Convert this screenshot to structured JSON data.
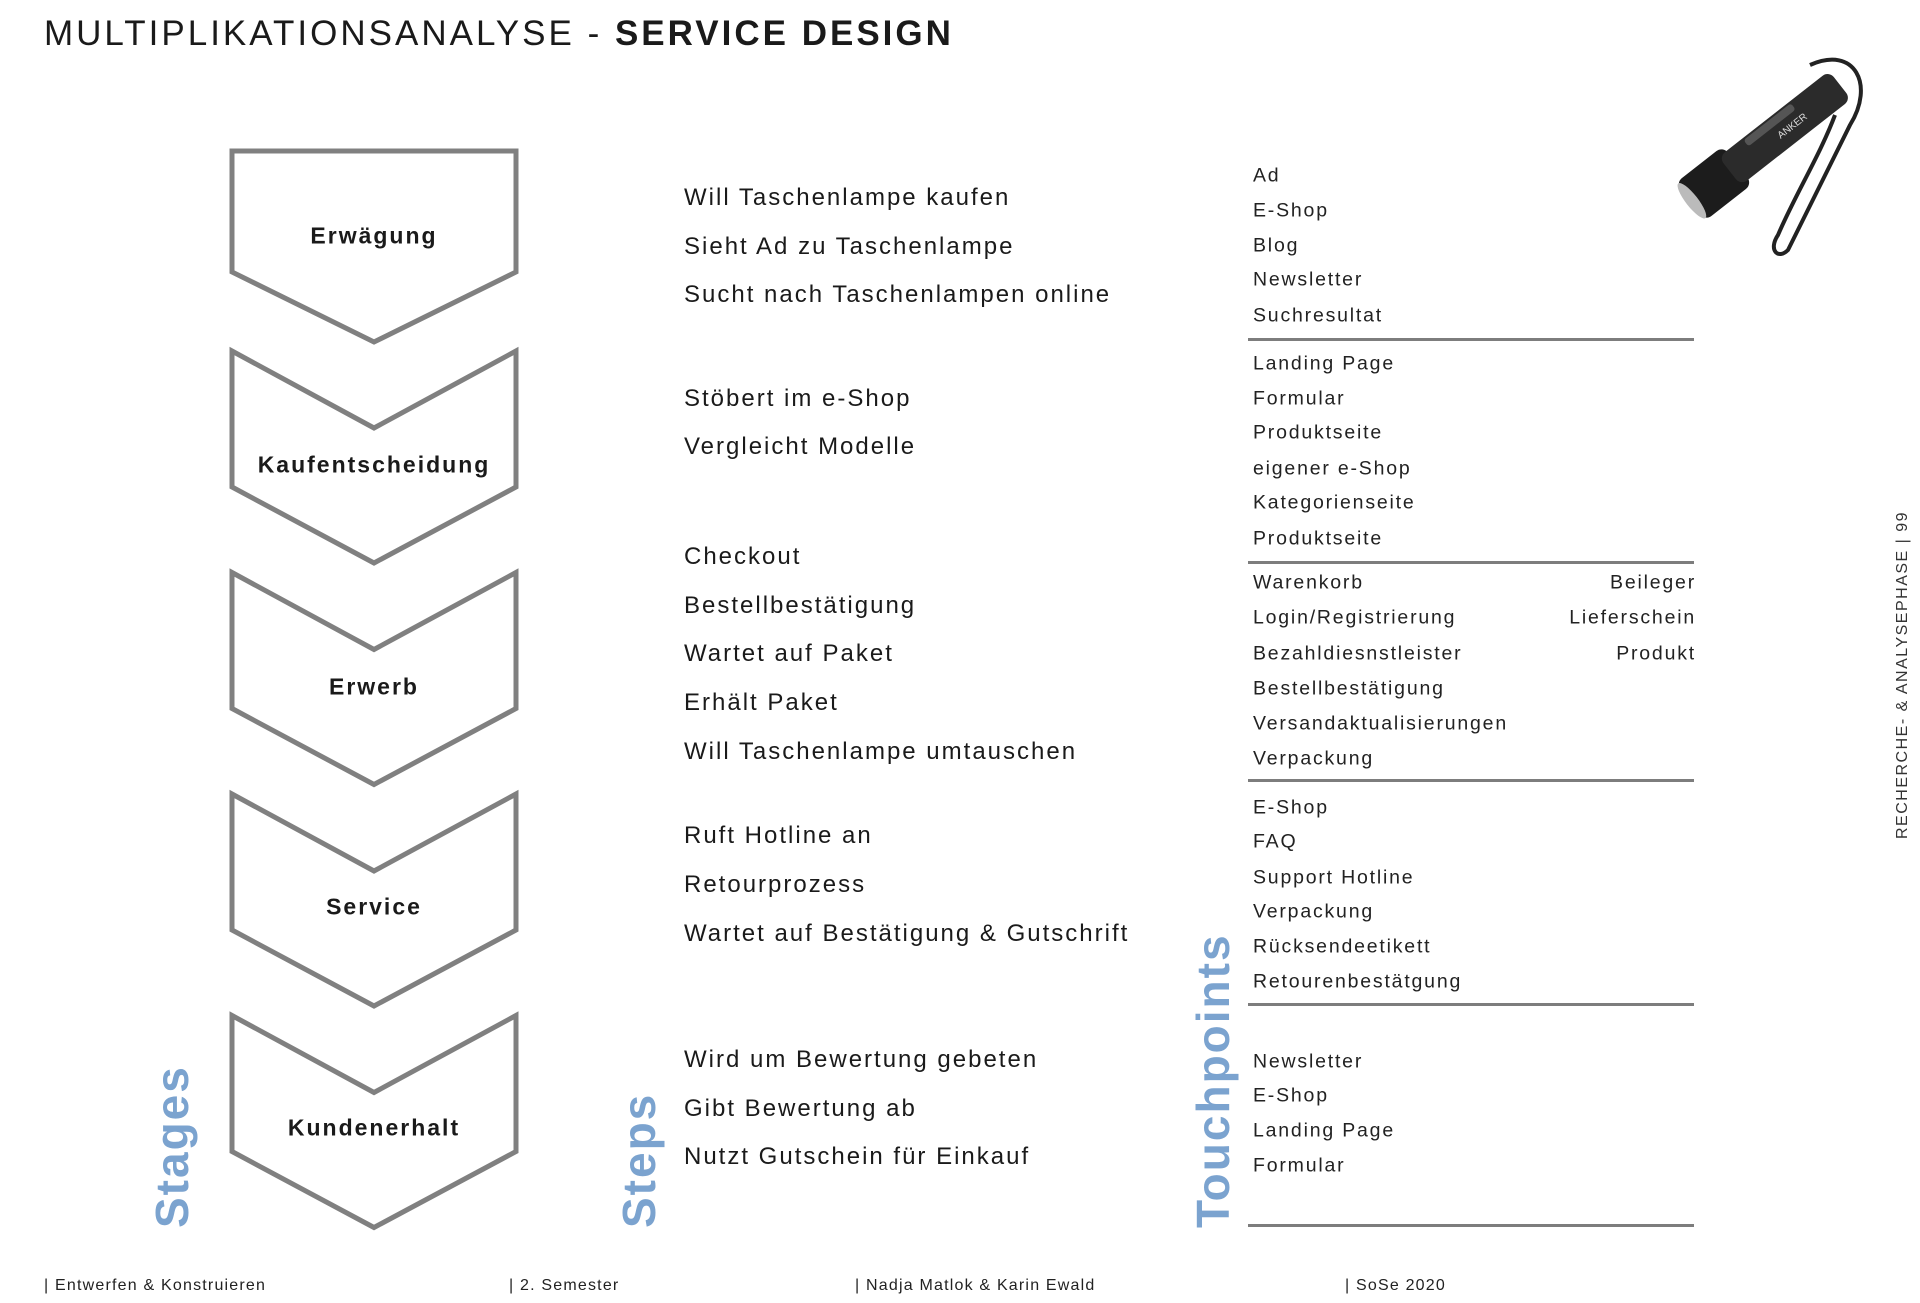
{
  "title": {
    "light": "MULTIPLIKATIONSANALYSE - ",
    "bold": "SERVICE DESIGN"
  },
  "section_labels": {
    "stages": "Stages",
    "steps": "Steps",
    "touchpoints": "Touchpoints"
  },
  "stages": [
    "Erwägung",
    "Kaufentscheidung",
    "Erwerb",
    "Service",
    "Kundenerhalt"
  ],
  "steps": [
    [
      "Will Taschenlampe kaufen",
      "Sieht Ad zu Taschenlampe",
      "Sucht nach Taschenlampen online"
    ],
    [
      "Stöbert im e-Shop",
      "Vergleicht Modelle"
    ],
    [
      "Checkout",
      "Bestellbestätigung",
      "Wartet auf Paket",
      "Erhält Paket",
      "Will Taschenlampe umtauschen"
    ],
    [
      "Ruft Hotline an",
      "Retourprozess",
      "Wartet auf Bestätigung & Gutschrift"
    ],
    [
      "Wird um Bewertung gebeten",
      "Gibt Bewertung ab",
      "Nutzt Gutschein für Einkauf"
    ]
  ],
  "touchpoints": [
    [
      "Ad",
      "E-Shop",
      "Blog",
      "Newsletter",
      "Suchresultat"
    ],
    [
      "Landing Page",
      "Formular",
      "Produktseite",
      "eigener e-Shop",
      "Kategorienseite",
      "Produktseite"
    ],
    [
      "Warenkorb",
      "Login/Registrierung",
      "Bezahldiesnstleister",
      "Bestellbestätigung",
      "Versandaktualisierungen",
      "Verpackung"
    ],
    [
      "E-Shop",
      "FAQ",
      "Support Hotline",
      "Verpackung",
      "Rücksendeetikett",
      "Retourenbestätgung"
    ],
    [
      "Newsletter",
      "E-Shop",
      "Landing Page",
      "Formular"
    ]
  ],
  "touchpoints_right": [
    "Beileger",
    "Lieferschein",
    "Produkt"
  ],
  "side_text": "RECHERCHE- & ANALYSEPHASE  |  99",
  "footer": [
    "|  Entwerfen & Konstruieren",
    "|  2. Semester",
    "|  Nadja Matlok & Karin Ewald",
    "|  SoSe 2020"
  ],
  "product_image": {
    "brand": "ANKER"
  },
  "colors": {
    "accent": "#7ba3cf",
    "chevron": "#808080"
  }
}
